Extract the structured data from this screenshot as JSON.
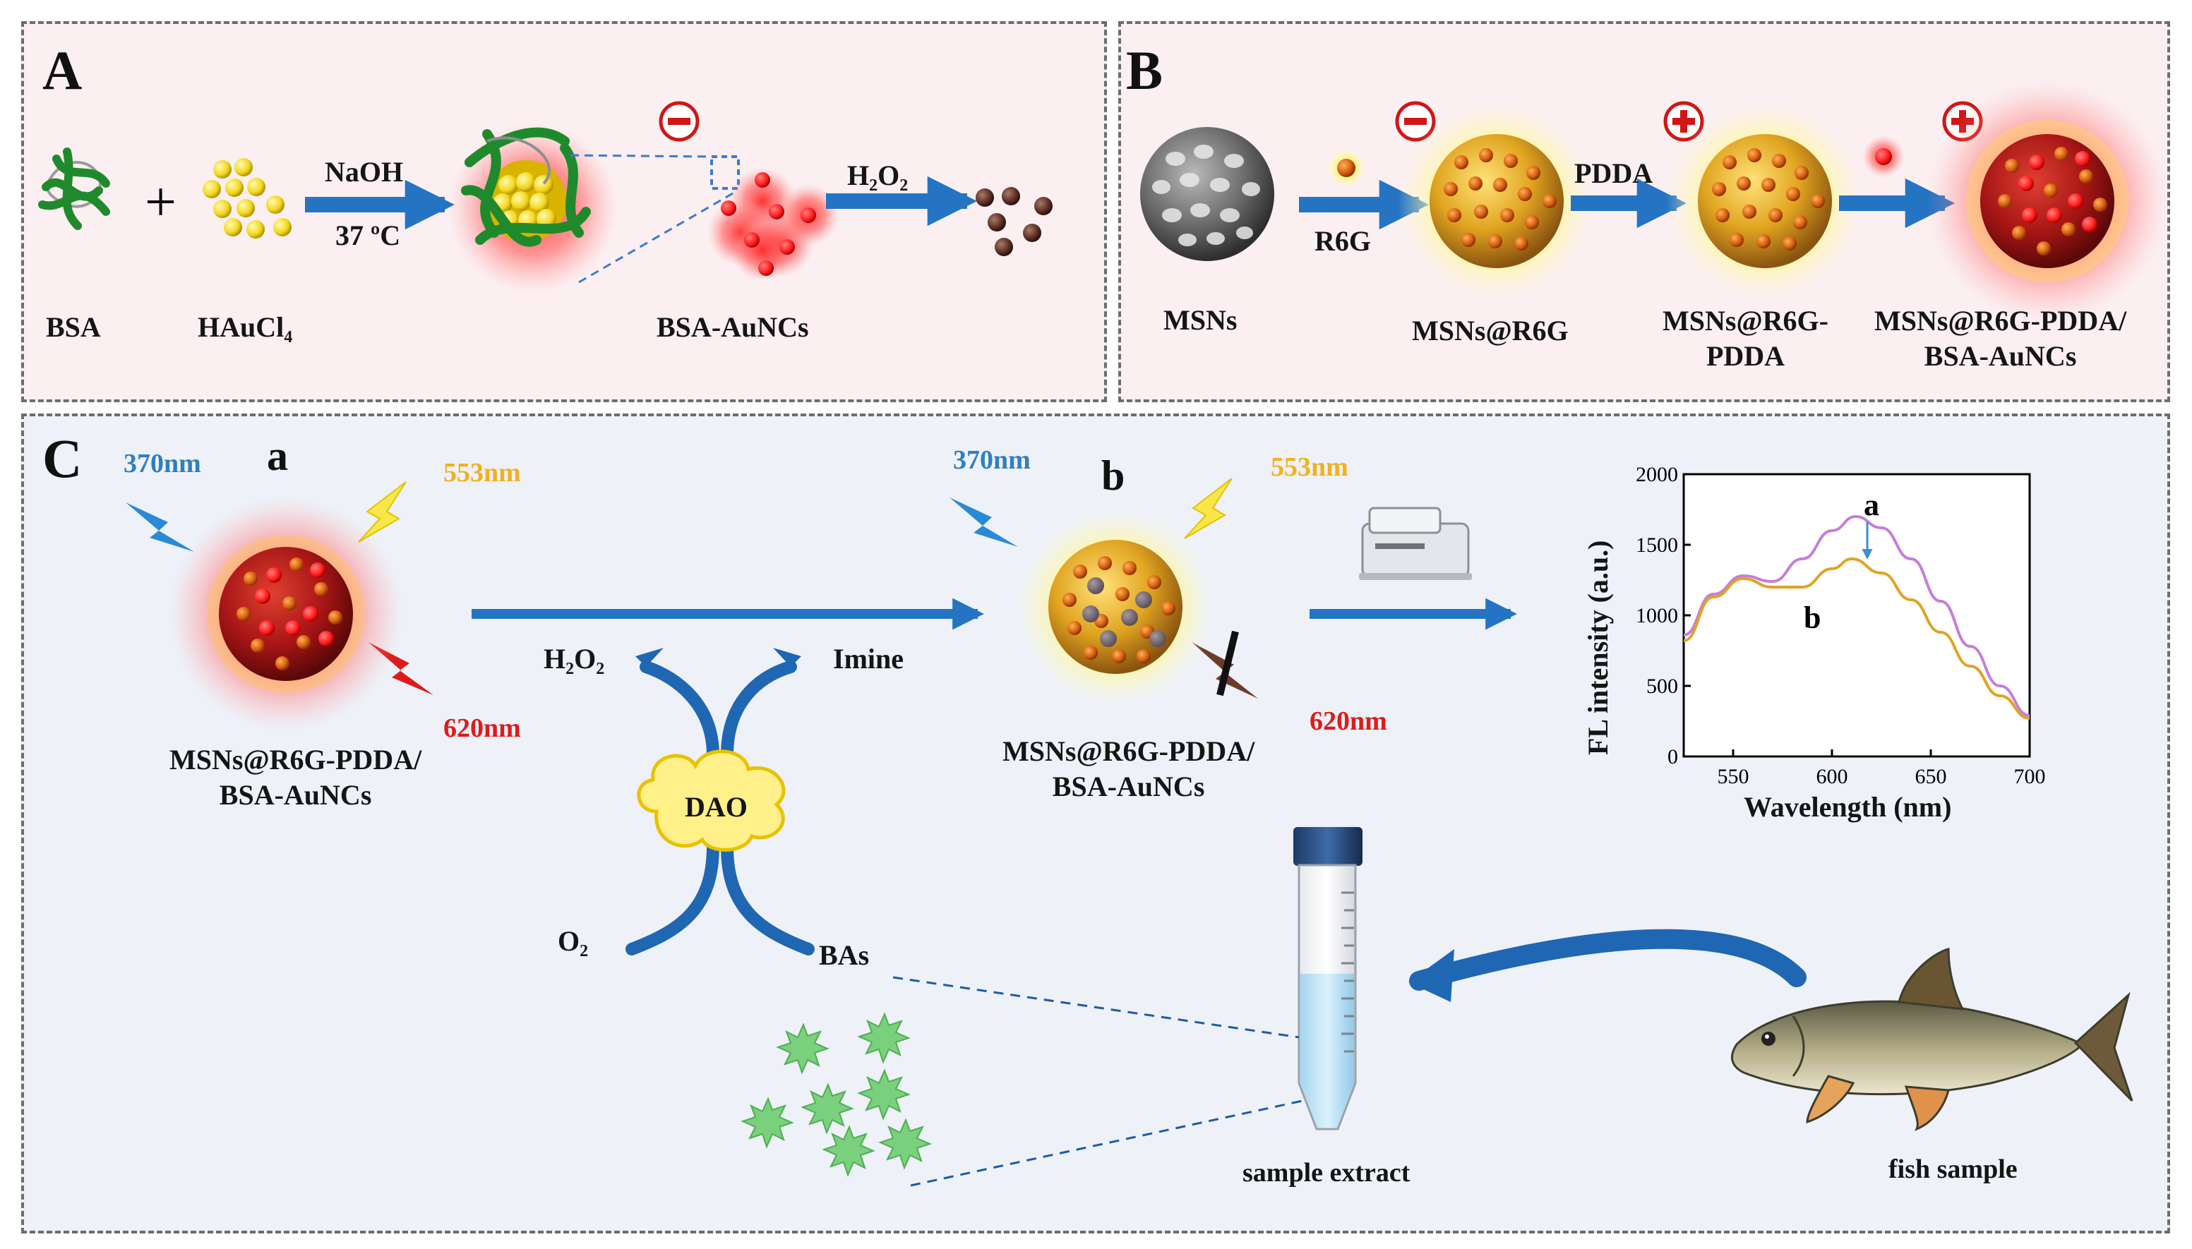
{
  "panel_a": {
    "label": "A",
    "reagent_1": "BSA",
    "reagent_2": "HAuCl₄",
    "plus": "+",
    "condition_top": "NaOH",
    "condition_bottom": "37 ºC",
    "product": "BSA-AuNCs",
    "oxidant": "H₂O₂"
  },
  "panel_b": {
    "label": "B",
    "s1": "MSNs",
    "step1": "R6G",
    "s2": "MSNs@R6G",
    "step2": "PDDA",
    "s3": "MSNs@R6G-\nPDDA",
    "s4": "MSNs@R6G-PDDA/\nBSA-AuNCs"
  },
  "panel_c": {
    "label": "C",
    "state_a": "a",
    "state_b": "b",
    "excitation": "370nm",
    "emission_1": "553nm",
    "emission_2": "620nm",
    "probe_name": "MSNs@R6G-PDDA/\nBSA-AuNCs",
    "h2o2": "H₂O₂",
    "imine": "Imine",
    "enzyme": "DAO",
    "o2": "O₂",
    "bas": "BAs",
    "sample_extract": "sample extract",
    "fish_sample": "fish sample"
  },
  "chart_data": {
    "type": "line",
    "xlabel": "Wavelength (nm)",
    "ylabel": "FL intensity (a.u.)",
    "xlim": [
      525,
      700
    ],
    "ylim": [
      0,
      2000
    ],
    "x_ticks": [
      550,
      600,
      650,
      700
    ],
    "y_ticks": [
      0,
      500,
      1000,
      1500,
      2000
    ],
    "series": [
      {
        "name": "a",
        "color": "#c77ddb",
        "x": [
          525,
          540,
          555,
          570,
          585,
          600,
          612,
          625,
          640,
          655,
          670,
          685,
          700
        ],
        "y": [
          860,
          1150,
          1280,
          1240,
          1400,
          1600,
          1700,
          1620,
          1400,
          1100,
          780,
          500,
          290
        ]
      },
      {
        "name": "b",
        "color": "#e0a324",
        "x": [
          525,
          540,
          555,
          570,
          585,
          600,
          610,
          625,
          640,
          655,
          670,
          685,
          700
        ],
        "y": [
          820,
          1130,
          1260,
          1200,
          1200,
          1330,
          1400,
          1300,
          1110,
          880,
          640,
          430,
          270
        ]
      }
    ]
  }
}
